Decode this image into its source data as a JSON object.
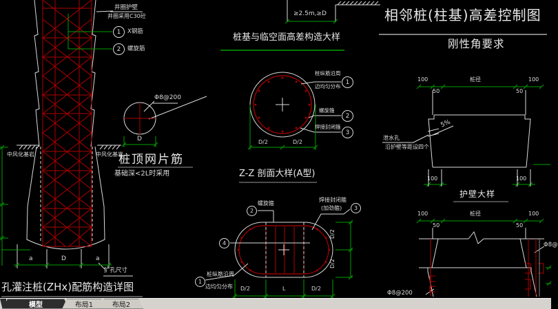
{
  "colors": {
    "background": "#000000",
    "cad_white": "#dcdcdc",
    "rebar_red": "#b00000",
    "dim_green": "#00a000",
    "tabbar_bg": "#d6d3ce"
  },
  "pile": {
    "title": "孔灌注桩(ZHx)配筋构造详图",
    "collar_label": "井圈护壁",
    "collar_note": "井圈采用C30砼",
    "b1_num": "1",
    "b1_label": "X钢筋",
    "b2_num": "2",
    "b2_label": "螺旋筋",
    "rock_left": "中风化基岩",
    "rock_right": "中风化基岩",
    "dim_a1": "a",
    "dim_d": "D",
    "dim_a2": "a",
    "expand_label": "扩孔尺寸"
  },
  "mesh": {
    "rebar": "Φ8@200",
    "dim_d": "D",
    "title": "桩顶网片筋",
    "note": "基础深<2L时采用"
  },
  "gap": {
    "dim": "≥2.5m,≥D",
    "title": "桩基与临空面高差构造大样"
  },
  "zz": {
    "title": "Z-Z 剖面大样(A型)",
    "b1_num": "1",
    "b1_line1": "桩纵筋沿周",
    "b1_line2": "边均匀分布",
    "b2_num": "2",
    "b2_label": "螺旋箍",
    "b3_num": "3",
    "b3_label": "焊接封闭箍",
    "dim_left": "D/2",
    "dim_right": "D/2"
  },
  "oval": {
    "b1_num": "1",
    "b1_line1": "桩纵筋沿周",
    "b1_line2": "边均匀分布",
    "b2_num": "2",
    "b2_label": "螺旋箍",
    "b3_num": "3",
    "b3_line1": "焊接封闭箍",
    "b3_line2": "(加劲箍)",
    "b4_num": "4",
    "dim_b1": "D/2",
    "dim_b2": "L",
    "dim_b3": "D/2",
    "dim_r1": "D/2",
    "dim_r2": "D/2"
  },
  "adjacent": {
    "title": "相邻桩(柱基)高差控制图",
    "subtitle": "刚性角要求",
    "dim_100l": "100",
    "dim_mid": "桩径",
    "dim_100r": "100",
    "dim_50l": "50",
    "dim_50r": "50",
    "slope": "5%",
    "weep_label": "泄水孔",
    "weep_note": "沿护壁等距设四个",
    "dim_bl": "100",
    "dim_br": "100"
  },
  "wall": {
    "title": "护壁大样",
    "dim_100l": "100",
    "dim_mid": "桩径",
    "dim_100r": "100",
    "dim_50l": "50",
    "dim_50r": "50",
    "rebar_label": "Φ8@200",
    "rebar_right": "Φ8@"
  },
  "tabs": [
    {
      "label": "模型"
    },
    {
      "label": "布局1"
    },
    {
      "label": "布局2"
    }
  ]
}
